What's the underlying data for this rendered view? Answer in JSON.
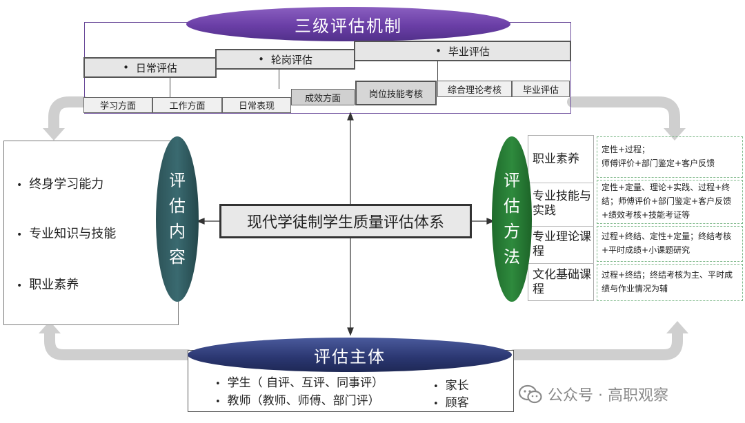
{
  "top": {
    "title": "三级评估机制",
    "levels": [
      {
        "label": "日常评估"
      },
      {
        "label": "轮岗评估"
      },
      {
        "label": "毕业评估"
      }
    ],
    "sub": [
      "学习方面",
      "工作方面",
      "日常表现",
      "成效方面",
      "岗位技能考核",
      "综合理论考核",
      "毕业评估"
    ]
  },
  "center": {
    "title": "现代学徒制学生质量评估体系"
  },
  "content": {
    "label_chars": [
      "评",
      "估",
      "内",
      "容"
    ],
    "items": [
      "终身学习能力",
      "专业知识与技能",
      "职业素养"
    ]
  },
  "methods": {
    "label_chars": [
      "评",
      "估",
      "方",
      "法"
    ],
    "rows": [
      {
        "name": "职业素养",
        "desc": "定性+过程；\n师傅评价+部门鉴定+客户反馈"
      },
      {
        "name": "专业技能与实践",
        "desc": "定性+定量、理论+实践、过程+终结；师傅评价+部门鉴定+客户反馈+绩效考核+技能考证等"
      },
      {
        "name": "专业理论课程",
        "desc": "过程+终结、定性+定量；终结考核+平时成绩+小课题研究"
      },
      {
        "name": "文化基础课程",
        "desc": "过程+终结；终结考核为主、平时成绩与作业情况为辅"
      }
    ]
  },
  "subjects": {
    "title": "评估主体",
    "left": [
      "学生（ 自评、互评、同事评）",
      "教师（教师、师傅、部门评）"
    ],
    "right": [
      "家长",
      "顾客"
    ]
  },
  "watermark": "公众号 · 高职观察",
  "colors": {
    "purple": "#6a3ea6",
    "navy": "#2a3670",
    "teal": "#2c5257",
    "green": "#2e8a3d",
    "arrow_gray": "#cfcfcf"
  }
}
